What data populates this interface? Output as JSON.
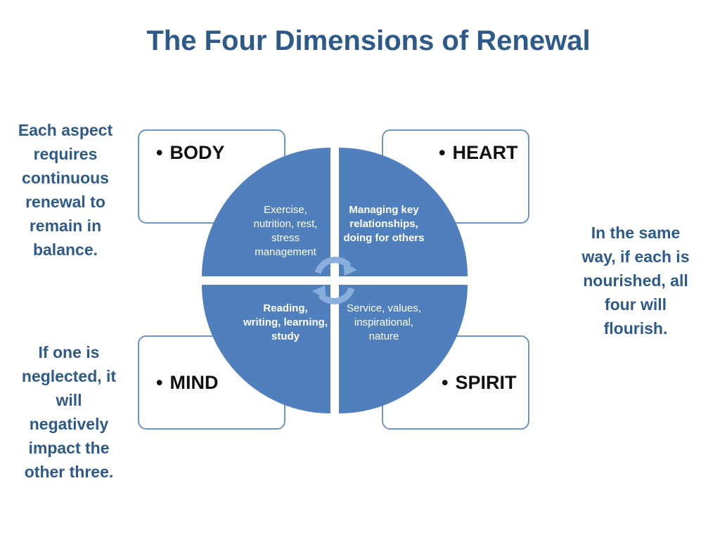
{
  "title": "The Four Dimensions of Renewal",
  "left_notes": {
    "top": "Each aspect requires continuous renewal to remain in balance.",
    "bottom": "If one is neglected, it will negatively impact the other three."
  },
  "right_note": "In the same way, if each is nourished, all four will flourish.",
  "dimensions": {
    "body": {
      "label": "BODY",
      "detail": "Exercise, nutrition, rest, stress management"
    },
    "heart": {
      "label": "HEART",
      "detail": "Managing key relationships, doing for others"
    },
    "mind": {
      "label": "MIND",
      "detail": "Reading, writing, learning, study"
    },
    "spirit": {
      "label": "SPIRIT",
      "detail": "Service, values, inspirational, nature"
    }
  },
  "bullet": "•",
  "colors": {
    "title": "#2e5a8a",
    "quadrant": "#4f80bd",
    "box_border": "#6d94c2",
    "cycle_arrow": "#8aaedb"
  }
}
